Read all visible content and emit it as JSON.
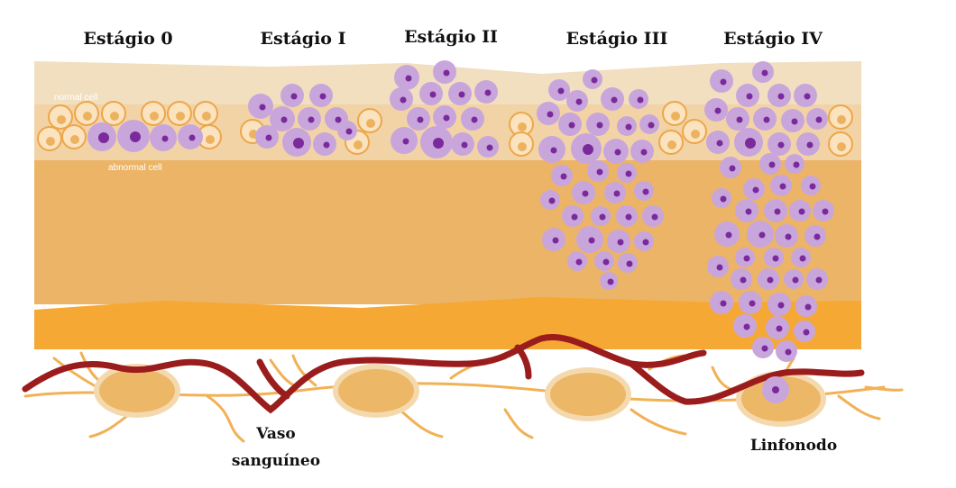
{
  "stages": [
    {
      "label": "Estágio 0"
    },
    {
      "label": "Estágio I"
    },
    {
      "label": "Estágio II"
    },
    {
      "label": "Estágio III"
    },
    {
      "label": "Estágio IV"
    }
  ],
  "cell_labels": {
    "normal": "normal cell",
    "abnormal": "abnormal cell"
  },
  "captions": {
    "vessel_line1": "Vaso",
    "vessel_line2": "sanguíneo",
    "lymph_node": "Linfonodo"
  },
  "colors": {
    "surface_layer": "#f1dfc0",
    "epithelium": "#f2d3a6",
    "stroma": "#ebb466",
    "deep_layer": "#f6a835",
    "normal_cell_fill": "#fbe3bf",
    "normal_cell_stroke": "#eda64a",
    "normal_nucleus": "#ecb25f",
    "tumor_cell": "#c8a6dc",
    "tumor_nucleus": "#7b2a9c",
    "blood_vessel": "#9b1c1c",
    "lymph_vessel": "#f2b155",
    "lymph_node_fill": "#ecb767",
    "lymph_node_rim": "#f5d9ae"
  }
}
